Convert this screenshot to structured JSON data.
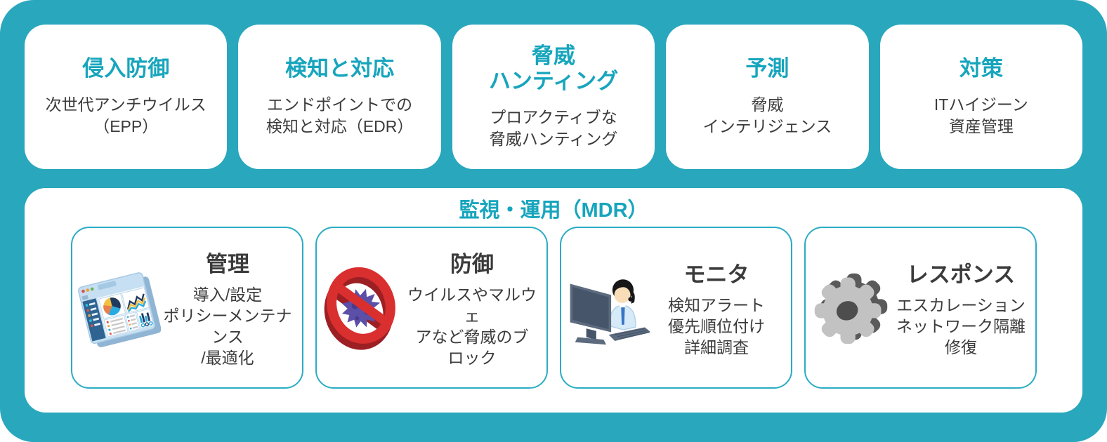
{
  "colors": {
    "background_teal": "#29A7BD",
    "heading_teal": "#17A5BD",
    "card_background": "#FFFFFF",
    "inner_card_border": "#2BACC4",
    "body_text": "#3B3B3B",
    "prohibition_red": "#D92F2F",
    "virus_purple": "#5B4FA8",
    "gear_gray": "#BDBDBD"
  },
  "top_cards": [
    {
      "title": "侵入防御",
      "body": "次世代アンチウイルス\n（EPP）"
    },
    {
      "title": "検知と対応",
      "body": "エンドポイントでの\n検知と対応（EDR）"
    },
    {
      "title": "脅威\nハンティング",
      "body": "プロアクティブな\n脅威ハンティング"
    },
    {
      "title": "予測",
      "body": "脅威\nインテリジェンス"
    },
    {
      "title": "対策",
      "body": "ITハイジーン\n資産管理"
    }
  ],
  "mdr_panel": {
    "title": "監視・運用（MDR）",
    "cards": [
      {
        "icon": "dashboard-icon",
        "title": "管理",
        "body": "導入/設定\nポリシーメンテナンス\n/最適化"
      },
      {
        "icon": "virus-block-icon",
        "title": "防御",
        "body": "ウイルスやマルウェ\nアなど脅威のブ\nロック"
      },
      {
        "icon": "analyst-icon",
        "title": "モニタ",
        "body": "検知アラート\n優先順位付け\n詳細調査"
      },
      {
        "icon": "gear-icon",
        "title": "レスポンス",
        "body": "エスカレーション\nネットワーク隔離\n修復"
      }
    ]
  }
}
